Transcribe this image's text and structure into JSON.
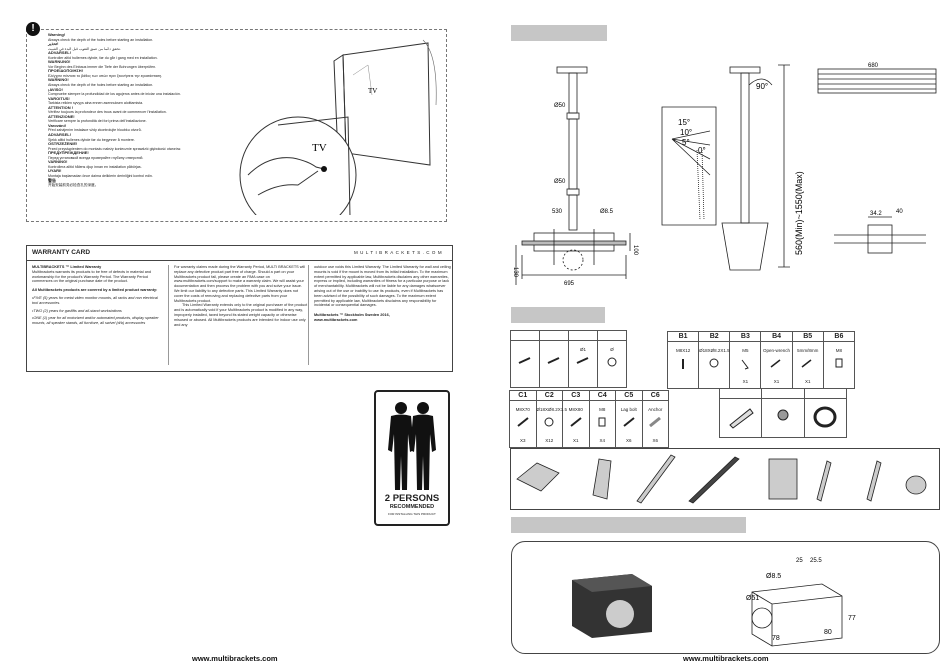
{
  "left_page": {
    "warning_symbol": "!",
    "warnings": [
      {
        "lang": "Warning!",
        "text": "Always check the depth of the holes before starting an installation."
      },
      {
        "lang": "تحذير!",
        "text": "تحقق دائما من عمق الثقوب قبل البدء في التثبيت."
      },
      {
        "lang": "ADVARSEL!",
        "text": "Kontroller altid hullernes dybde, før du går i gang med en installation."
      },
      {
        "lang": "WARNUNG!",
        "text": "Vor Beginn des Einbaus immer die Tiefe der Bohrungen überprüfen."
      },
      {
        "lang": "ΠΡΟΕΙΔΟΠΟΙΗΣΗ!",
        "text": "Ελέγχετε πάντοτε το βάθος των οπών πριν ξεκινήσετε την εγκατάσταση."
      },
      {
        "lang": "WARNING!",
        "text": "Always check the depth of the holes before starting an installation."
      },
      {
        "lang": "¡AVISO!",
        "text": "Compruebe siempre la profundidad de los agujeros antes de iniciar una instalación."
      },
      {
        "lang": "VAROITUS!",
        "text": "Tarkista reikien syvyys aina ennen asennuksen aloittamista."
      },
      {
        "lang": "ATTENTION !",
        "text": "Vérifiez toujours la profondeur des trous avant de commencer l'installation."
      },
      {
        "lang": "ATTENZIONE!",
        "text": "Verificare sempre la profondità dei fori prima dell'installazione."
      },
      {
        "lang": "Varování!",
        "text": "Před zahájením instalace vždy zkontrolujte hloubku otvorů."
      },
      {
        "lang": "ADVARSEL!",
        "text": "Sjekk alltid hullenes dybde før du begynner å montere."
      },
      {
        "lang": "OSTRZEŻENIE!",
        "text": "Przed przystąpieniem do montażu należy koniecznie sprawdzić głębokość otworów."
      },
      {
        "lang": "ПРЕДУПРЕЖДЕНИЕ!",
        "text": "Перед установкой всегда проверяйте глубину отверстий."
      },
      {
        "lang": "VARNING!",
        "text": "Kontrollera alltid hålens djup innan en installation påbörjas."
      },
      {
        "lang": "UYARI!",
        "text": "Montaja başlamadan önce daima deliklerin derinliğini kontrol edin."
      },
      {
        "lang": "警告",
        "text": "开始安装前务必检查孔的深度。"
      }
    ],
    "tv_label_1": "TV",
    "tv_label_2": "TV",
    "warranty": {
      "title": "WARRANTY CARD",
      "brand": "MULTIBRACKETS.COM",
      "col1": [
        "MULTIBRACKETS ™ Limited Warranty",
        "Multibrackets warrants its products to be free of defects in material and workmanship for the product's Warranty Period. The Warranty Period commences on the original purchase date of the product.",
        "All Multibrackets products are covered by a limited product warranty:",
        "•FIVE (5) years for metal video monitor mounts, all racks and non electrical tool accessories.",
        "•TWO (2) years for gasfifts and all-stand workstations",
        "•ONE (1) year for all motorized and/or automated products, display speaker mounts, all speaker stands, all furniture, all swivel (d/b) accessories"
      ],
      "col2": [
        "For warranty claims made during the Warranty Period, MULTI BRACKETS will replace any defective product part free of charge. Should a part on your Multibrackets product fail, please create an RMA case on www.multibrackets.com/support to make a warranty claim. We will assist your documentation and then process the problem with you and solve your issue. We limit our liability to any defective parts. This Limited Warranty does not cover the costs of removing and replacing defective parts from your Multibrackets product.",
        "This Limited Warranty extends only to the original purchaser of the product and is automatically void if your Multibrackets product is modified in any way, improperly installed, taxed beyond its stated weight capacity or otherwise misused or abused. All Multibrackets products are intended for indoor use only and any"
      ],
      "col3": [
        "outdoor use voids this Limited Warranty. The Limited Warranty for wall and ceiling mounts is void if the mount is moved from its initial installation. To the maximum extent permitted by applicable law, Multibrackets disclaims any other warranties, express or implied, including warranties of fitness for a particular purpose or lack of merchantability. Multibrackets will not be liable for any damages whatsoever arising out of the use or inability to use its products, even if Multibrackets has been advised of the possibility of such damages. To the maximum extent permitted by applicable law, Multibrackets disclaims any responsibility for incidental or consequential damages.",
        "Multibrackets ™ Stockholm Sweden 2016,",
        "www.multibrackets.com"
      ]
    },
    "two_persons": {
      "title": "2 PERSONS",
      "sub": "RECOMMENDED",
      "note": "FOR INSTALLING THIS PRODUCT"
    },
    "footer": "www.multibrackets.com"
  },
  "right_page": {
    "dimensions": {
      "d50": "Ø50",
      "d50b": "Ø50",
      "w530": "530",
      "d85": "Ø8.5",
      "w695": "695",
      "h130": "130",
      "h100": "100",
      "angle90": "90°",
      "len": "560(Min)~1550(Max)",
      "a15": "15°",
      "a10": "10°",
      "a5": "5°",
      "a0": "0°",
      "w680": "680",
      "w342": "34.2",
      "w40": "40"
    },
    "table_a": [
      {
        "spec": "",
        "qty": "",
        "icon": "screw"
      },
      {
        "spec": "",
        "qty": "",
        "icon": "screw"
      },
      {
        "spec": "",
        "qty": "",
        "icon": "screw"
      },
      {
        "spec": "Ø",
        "qty": "",
        "icon": "washer"
      }
    ],
    "table_a_mid": "Ø1",
    "table_b": [
      {
        "head": "B1",
        "spec": "M8X12",
        "qty": "",
        "icon": "bolt"
      },
      {
        "head": "B2",
        "spec": "Ø18XØ8.2X1.5",
        "qty": "",
        "icon": "washer"
      },
      {
        "head": "B3",
        "spec": "M5",
        "qty": "X1",
        "icon": "allen"
      },
      {
        "head": "B4",
        "spec": "Open-wrench",
        "qty": "X1",
        "icon": "wrench"
      },
      {
        "head": "B5",
        "spec": "5mm/8mm",
        "qty": "X1",
        "icon": "wrench"
      },
      {
        "head": "B6",
        "spec": "M8",
        "qty": "",
        "icon": "nut"
      }
    ],
    "table_c": [
      {
        "head": "C1",
        "spec": "M8X70",
        "qty": "X3",
        "icon": "bolt"
      },
      {
        "head": "C2",
        "spec": "Ø18XØ8.2X1.5",
        "qty": "X12",
        "icon": "washer"
      },
      {
        "head": "C3",
        "spec": "M8X80",
        "qty": "X1",
        "icon": "bolt"
      },
      {
        "head": "C4",
        "spec": "M8",
        "qty": "X4",
        "icon": "nut"
      },
      {
        "head": "C5",
        "spec": "Lag bolt",
        "qty": "X6",
        "icon": "bolt"
      },
      {
        "head": "C6",
        "spec": "Anchor",
        "qty": "X6",
        "icon": "anchor"
      }
    ],
    "assy": {
      "d85": "Ø8.5",
      "d51": "Ø51",
      "w78": "78",
      "w80": "80",
      "h77": "77",
      "d25": "25",
      "d255": "25.5"
    },
    "footer": "www.multibrackets.com"
  }
}
